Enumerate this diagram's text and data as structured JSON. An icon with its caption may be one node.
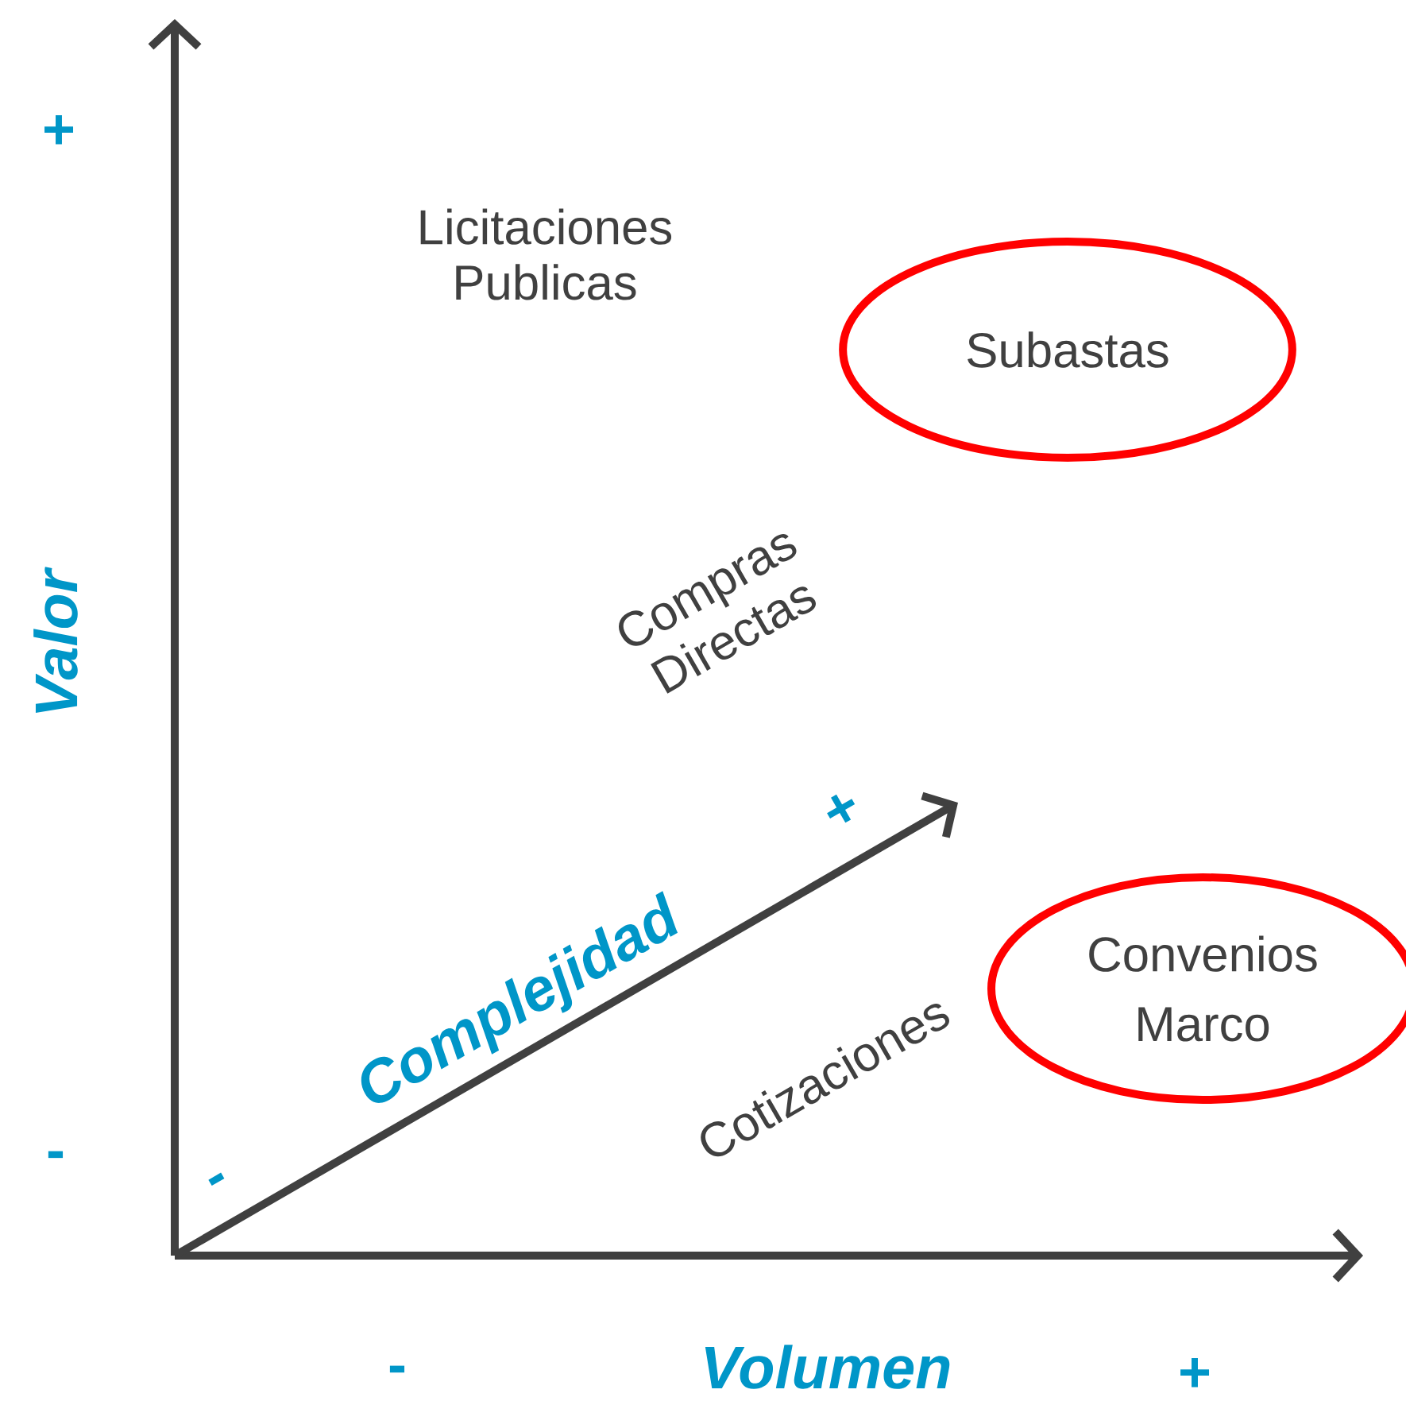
{
  "diagram": {
    "nodes": [
      {
        "text": [
          "Subastas"
        ]
      },
      {
        "text": [
          "Convenios Marco"
        ]
      }
    ],
    "labels": [
      "+",
      "Licitaciones Publicas",
      "Valor",
      "Compras Directas",
      "+",
      "Complejidad",
      "-",
      "-",
      "Cotizaciones",
      "-",
      "Volumen",
      "+"
    ]
  }
}
